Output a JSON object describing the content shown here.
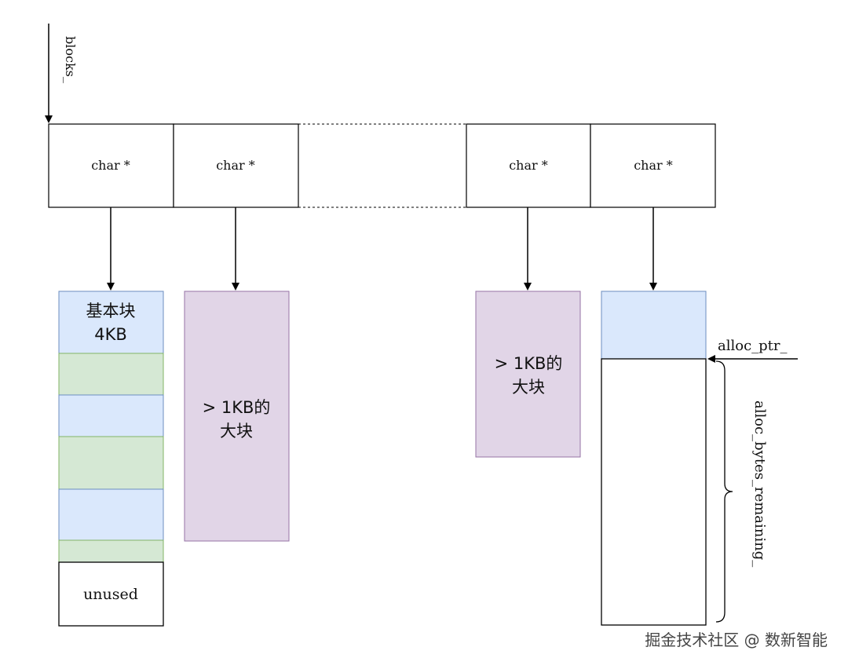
{
  "pointer_array": {
    "label": "blocks_",
    "cells": [
      "char *",
      "char *",
      "char *",
      "char *"
    ]
  },
  "block1": {
    "title_line1": "基本块",
    "title_line2": "4KB",
    "unused_label": "unused"
  },
  "block2": {
    "line1": "> 1KB的",
    "line2": "大块"
  },
  "block3": {
    "line1": "> 1KB的",
    "line2": "大块"
  },
  "block4": {
    "alloc_ptr_label": "alloc_ptr_",
    "remaining_label": "alloc_bytes_remaining_"
  },
  "watermark": "掘金技术社区 @ 数新智能",
  "colors": {
    "basic_blue": "#dae8fc",
    "basic_green": "#d5e8d4",
    "large_purple": "#e1d5e7",
    "stroke_blue": "#6c8ebf",
    "stroke_green": "#82b366",
    "stroke_purple": "#9673a6"
  }
}
